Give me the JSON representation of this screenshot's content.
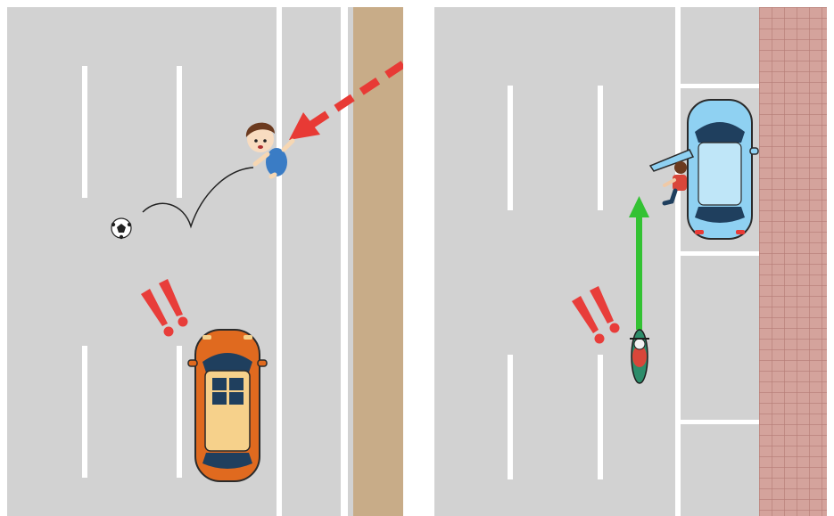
{
  "colors": {
    "road": "#d2d2d2",
    "lane_marking": "#ffffff",
    "sidewalk_dirt": "#c8ac88",
    "sidewalk_brick": "#d4a39c",
    "brick_line": "#b57b75",
    "danger_arrow": "#e83a35",
    "path_arrow": "#33c233",
    "warning": "#e83d3a",
    "car_orange": "#e06a1f",
    "car_cream": "#f6d18b",
    "car_blue": "#8fd1f2",
    "car_dark": "#1f3f5e"
  },
  "scenes": [
    {
      "id": "child-runs-out",
      "elements": [
        "road",
        "lane-markings",
        "sidewalk",
        "child",
        "soccer-ball",
        "ball-bounce-path",
        "danger-arrow",
        "warning-marks",
        "orange-car"
      ]
    },
    {
      "id": "car-door-opening",
      "elements": [
        "road",
        "lane-markings",
        "parking-bays",
        "brick-sidewalk",
        "parked-blue-car",
        "open-door",
        "exiting-driver",
        "motorcycle",
        "motorcycle-path-arrow",
        "warning-marks"
      ]
    }
  ]
}
